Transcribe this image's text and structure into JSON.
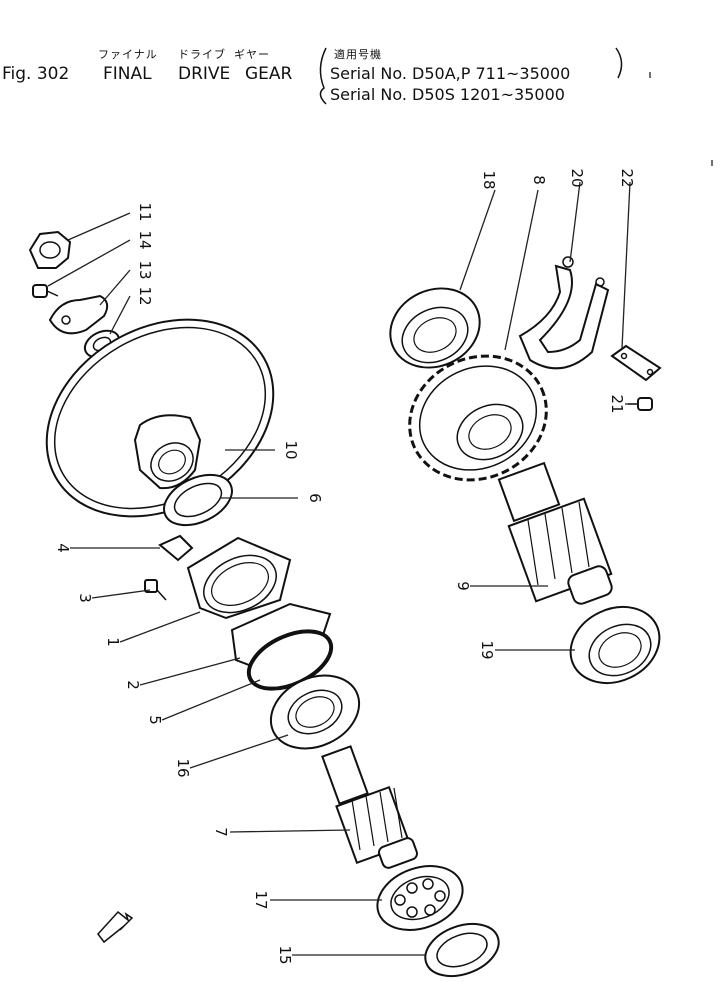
{
  "header": {
    "fig_label": "Fig. 302",
    "jp_final": "ファイナル",
    "jp_drive": "ドライブ",
    "jp_gear": "ギヤー",
    "en_final": "FINAL",
    "en_drive": "DRIVE",
    "en_gear": "GEAR",
    "jp_applicable": "適用号機",
    "serial_line_1": "Serial No. D50A,P 711~35000",
    "serial_line_2": "Serial No. D50S  1201~35000"
  },
  "callouts": [
    "11",
    "14",
    "13",
    "12",
    "10",
    "6",
    "4",
    "3",
    "1",
    "2",
    "5",
    "16",
    "7",
    "17",
    "15",
    "18",
    "8",
    "20",
    "22",
    "21",
    "9",
    "19"
  ]
}
